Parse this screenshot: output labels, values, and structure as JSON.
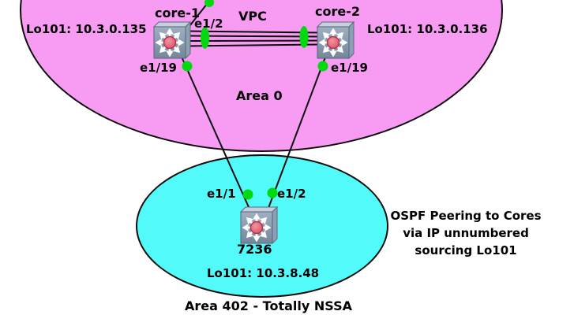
{
  "diagram": {
    "areas": {
      "area0": {
        "label": "Area 0"
      },
      "area402": {
        "label": "Area 402 - Totally NSSA"
      }
    },
    "devices": {
      "core1": {
        "name": "core-1",
        "loopback": "Lo101: 10.3.0.135"
      },
      "core2": {
        "name": "core-2",
        "loopback": "Lo101: 10.3.0.136"
      },
      "switch7236": {
        "name": "7236",
        "loopback": "Lo101: 10.3.8.48"
      }
    },
    "interfaces": {
      "core1_vpc": "e1/2",
      "core1_down": "e1/19",
      "core2_down": "e1/19",
      "sw7236_left": "e1/1",
      "sw7236_right": "e1/2"
    },
    "links": {
      "vpc_label": "VPC"
    },
    "annotation": {
      "line1": "OSPF Peering to Cores",
      "line2": "via IP unnumbered",
      "line3": "sourcing Lo101"
    },
    "colors": {
      "area0_fill": "#F89BF3",
      "area402_fill": "#52FAFA",
      "link_endpoint": "#00D90D",
      "line": "#0b0b0b",
      "switch_body": "#8296AB",
      "switch_core": "#E4677D"
    }
  }
}
